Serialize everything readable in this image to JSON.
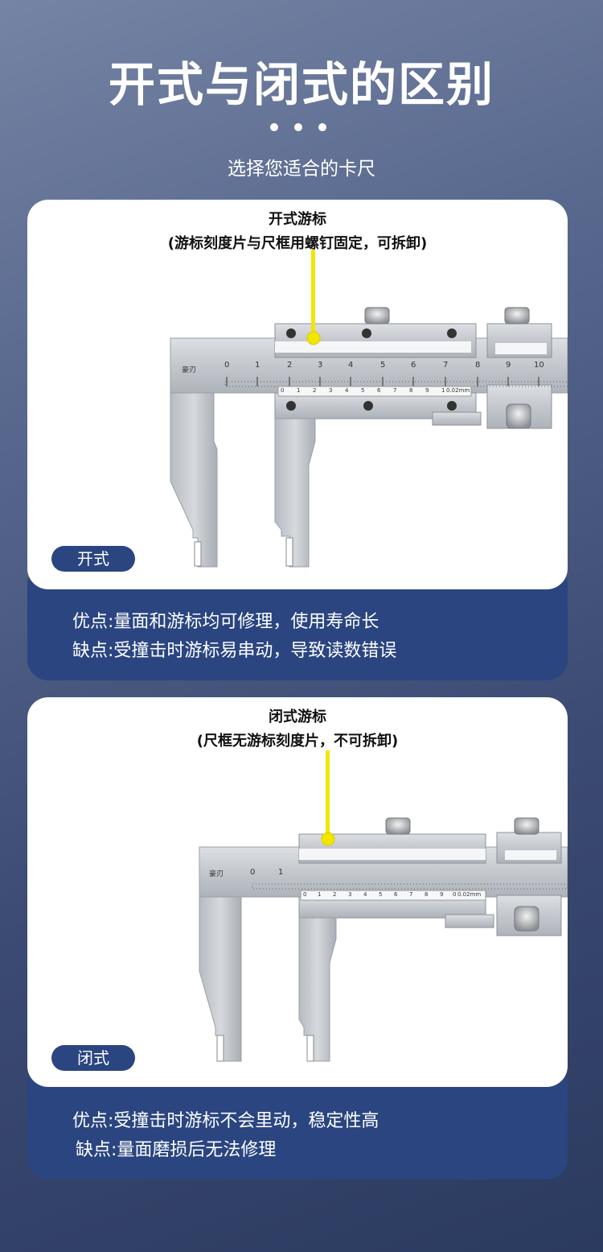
{
  "header": {
    "title": "开式与闭式的区别",
    "subtitle": "选择您适合的卡尺"
  },
  "open": {
    "caption_line1": "开式游标",
    "caption_line2": "(游标刻度片与尺框用螺钉固定，可拆卸)",
    "badge": "开式",
    "pros": "优点:量面和游标均可修理，使用寿命长",
    "cons": "缺点:受撞击时游标易串动，导致读数错误",
    "brand": "豪刃",
    "main_scale": [
      "0",
      "1",
      "2",
      "3",
      "4",
      "5",
      "6",
      "7",
      "8",
      "9",
      "10"
    ],
    "vernier_scale": [
      "0",
      "1",
      "2",
      "3",
      "4",
      "5",
      "6",
      "7",
      "8",
      "9",
      "1"
    ],
    "resolution": "0.02mm"
  },
  "closed": {
    "caption_line1": "闭式游标",
    "caption_line2": "(尺框无游标刻度片，不可拆卸)",
    "badge": "闭式",
    "pros": "优点:受撞击时游标不会里动，稳定性高",
    "cons": "缺点:量面磨损后无法修理",
    "brand": "豪刃",
    "main_scale": [
      "0",
      "1"
    ],
    "vernier_scale": [
      "0",
      "1",
      "2",
      "3",
      "4",
      "5",
      "6",
      "7",
      "8",
      "9",
      "0"
    ],
    "resolution": "0.02mm"
  },
  "colors": {
    "accent_yellow": "#f2e600",
    "panel_blue": "#2a4580"
  }
}
